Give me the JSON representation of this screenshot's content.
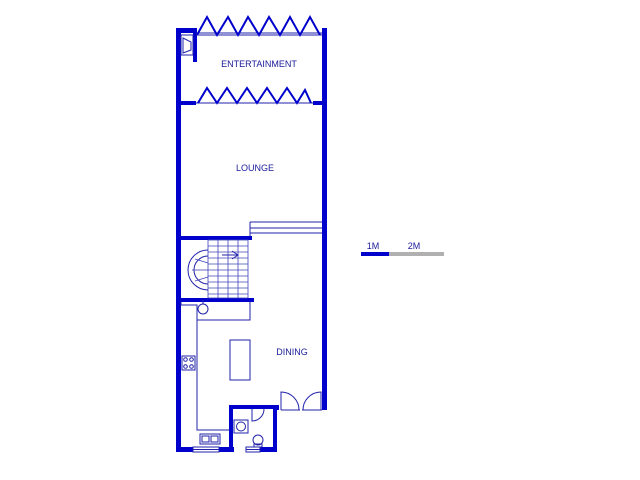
{
  "rooms": {
    "entertainment": "ENTERTAINMENT",
    "lounge": "LOUNGE",
    "dining": "DINING"
  },
  "scale_bar": {
    "label_1": "1M",
    "label_2": "2M"
  },
  "colors": {
    "wall": "#0000cc",
    "line": "#2222aa",
    "scale_solid": "#0000cc",
    "scale_grey": "#b0b0b0"
  }
}
